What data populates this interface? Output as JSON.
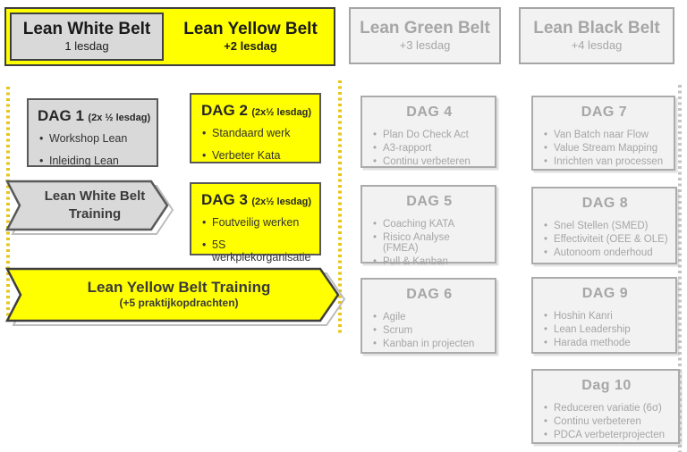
{
  "colors": {
    "accent_yellow": "#ffff00",
    "gray_fill": "#d9d9d9",
    "light_fill": "#f2f2f2",
    "dark_border": "#3f3f3f",
    "muted_gray": "#a6a6a6",
    "dotted_yellow": "#e6c619",
    "dotted_gray": "#c4c4c4"
  },
  "header": {
    "white_belt": {
      "title": "Lean White Belt",
      "subtitle": "1 lesdag"
    },
    "yellow_belt": {
      "title": "Lean Yellow Belt",
      "subtitle": "+2 lesdag"
    },
    "green_belt": {
      "title": "Lean Green Belt",
      "subtitle": "+3 lesdag"
    },
    "black_belt": {
      "title": "Lean Black Belt",
      "subtitle": "+4 lesdag"
    }
  },
  "arrows": {
    "white_belt_training": {
      "line1": "Lean White Belt",
      "line2": "Training"
    },
    "yellow_belt_training": {
      "title": "Lean Yellow Belt Training",
      "subtitle": "(+5 praktijkopdrachten)"
    }
  },
  "days": {
    "dag1": {
      "title": "DAG 1",
      "suffix": "(2x ½ lesdag)",
      "items": [
        "Workshop Lean",
        "Inleiding Lean"
      ]
    },
    "dag2": {
      "title": "DAG 2",
      "suffix": "(2x½ lesdag)",
      "items": [
        "Standaard werk",
        "Verbeter Kata"
      ]
    },
    "dag3": {
      "title": "DAG 3",
      "suffix": "(2x½ lesdag)",
      "items": [
        "Foutveilig werken",
        "5S werkplekorganisatie"
      ]
    },
    "dag4": {
      "title": "DAG 4",
      "items": [
        "Plan Do Check Act",
        "A3-rapport",
        "Continu verbeteren"
      ]
    },
    "dag5": {
      "title": "DAG 5",
      "items": [
        "Coaching KATA",
        "Risico Analyse (FMEA)",
        "Pull & Kanban"
      ]
    },
    "dag6": {
      "title": "DAG 6",
      "items": [
        "Agile",
        "Scrum",
        "Kanban in projecten"
      ]
    },
    "dag7": {
      "title": "DAG 7",
      "items": [
        "Van Batch naar Flow",
        "Value Stream Mapping",
        "Inrichten van processen"
      ]
    },
    "dag8": {
      "title": "DAG 8",
      "items": [
        "Snel Stellen (SMED)",
        "Effectiviteit (OEE & OLE)",
        "Autonoom onderhoud"
      ]
    },
    "dag9": {
      "title": "DAG 9",
      "items": [
        "Hoshin Kanri",
        "Lean Leadership",
        "Harada methode"
      ]
    },
    "dag10": {
      "title": "Dag 10",
      "items": [
        "Reduceren variatie (6σ)",
        "Continu verbeteren",
        "PDCA verbeterprojecten"
      ]
    }
  }
}
